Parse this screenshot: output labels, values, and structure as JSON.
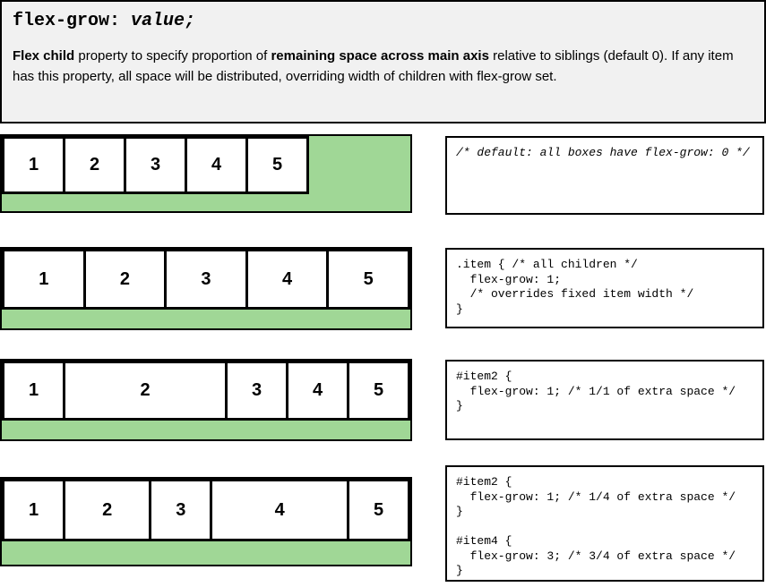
{
  "header": {
    "title_property": "flex-grow: ",
    "title_value": "value;",
    "description_parts": [
      {
        "text": "Flex child",
        "bold": true
      },
      {
        "text": " property to specify proportion of ",
        "bold": false
      },
      {
        "text": "remaining space across main axis",
        "bold": true
      },
      {
        "text": " relative to siblings (default 0). If any item has this property, all space will be distributed, overriding width of children with flex-grow set.",
        "bold": false
      }
    ]
  },
  "colors": {
    "container_green": "#a0d796",
    "header_bg": "#f1f1f1",
    "border": "#000000"
  },
  "rows": [
    {
      "items": [
        "1",
        "2",
        "3",
        "4",
        "5"
      ],
      "code": "/* default: all boxes have flex-grow: 0 */"
    },
    {
      "items": [
        "1",
        "2",
        "3",
        "4",
        "5"
      ],
      "code": ".item { /* all children */\n  flex-grow: 1;\n  /* overrides fixed item width */\n}"
    },
    {
      "items": [
        "1",
        "2",
        "3",
        "4",
        "5"
      ],
      "code": "#item2 {\n  flex-grow: 1; /* 1/1 of extra space */\n}"
    },
    {
      "items": [
        "1",
        "2",
        "3",
        "4",
        "5"
      ],
      "code": "#item2 {\n  flex-grow: 1; /* 1/4 of extra space */\n}\n\n#item4 {\n  flex-grow: 3; /* 3/4 of extra space */\n}"
    }
  ]
}
